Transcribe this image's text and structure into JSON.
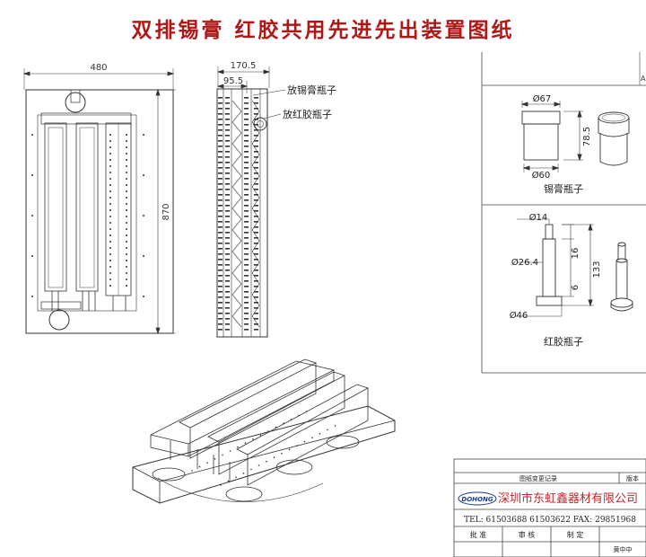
{
  "title": "双排锡膏 红胶共用先进先出装置图纸",
  "front_view": {
    "width": "480",
    "height": "870"
  },
  "side_view": {
    "width_total": "170.5",
    "width_inner": "95.5",
    "label_solder_paste": "放锡膏瓶子",
    "label_red_glue": "放红胶瓶子"
  },
  "solder_paste_bottle": {
    "top_diameter": "Ø67",
    "bottom_diameter": "Ø60",
    "height": "78.5",
    "caption": "锡膏瓶子"
  },
  "red_glue_bottle": {
    "d_top": "Ø14",
    "d_body": "Ø26.4",
    "d_base": "Ø46",
    "dim_top": "16",
    "dim_total": "133",
    "dim_base": "6",
    "caption": "红胶瓶子"
  },
  "title_block": {
    "change_record": "图纸变更记录",
    "version": "版本",
    "company": "深圳市东虹鑫器材有限公司",
    "logo_text": "DOHONG",
    "contact": "TEL: 61503688 61503622 FAX: 29851968",
    "approve": "批 准",
    "review": "审 核",
    "draft": "制 定",
    "draft_name": "黄中中"
  },
  "corner_mark": "A"
}
